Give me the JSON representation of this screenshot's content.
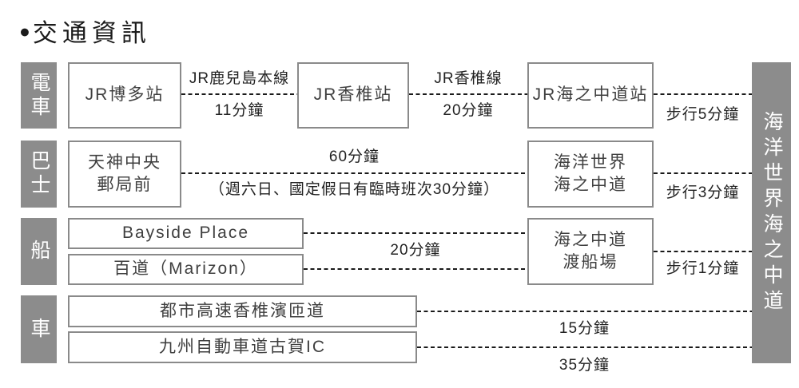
{
  "title": {
    "bullet": "●",
    "text": "交通資訊"
  },
  "destination": {
    "label": "海洋世界海之中道"
  },
  "colors": {
    "gray": "#8c8c8c",
    "dash": "#1a1a1a",
    "box_border": "#8a8a8a",
    "box_text": "#3f3f3f"
  },
  "rows": {
    "train": {
      "mode": "電車",
      "station1": "JR博多站",
      "station2": "JR香椎站",
      "station3": "JR海之中道站",
      "leg1_line": "JR鹿兒島本線",
      "leg1_time": "11分鐘",
      "leg2_line": "JR香椎線",
      "leg2_time": "20分鐘",
      "walk": "步行5分鐘"
    },
    "bus": {
      "mode": "巴士",
      "origin_line1": "天神中央",
      "origin_line2": "郵局前",
      "time": "60分鐘",
      "note": "（週六日、國定假日有臨時班次30分鐘）",
      "stop_line1": "海洋世界",
      "stop_line2": "海之中道",
      "walk": "步行3分鐘"
    },
    "ship": {
      "mode": "船",
      "origin1": "Bayside Place",
      "origin2": "百道（Marizon）",
      "time": "20分鐘",
      "terminal_line1": "海之中道",
      "terminal_line2": "渡船場",
      "walk": "步行1分鐘"
    },
    "car": {
      "mode": "車",
      "route1": "都市高速香椎濱匝道",
      "route1_time": "15分鐘",
      "route2": "九州自動車道古賀IC",
      "route2_time": "35分鐘"
    }
  }
}
